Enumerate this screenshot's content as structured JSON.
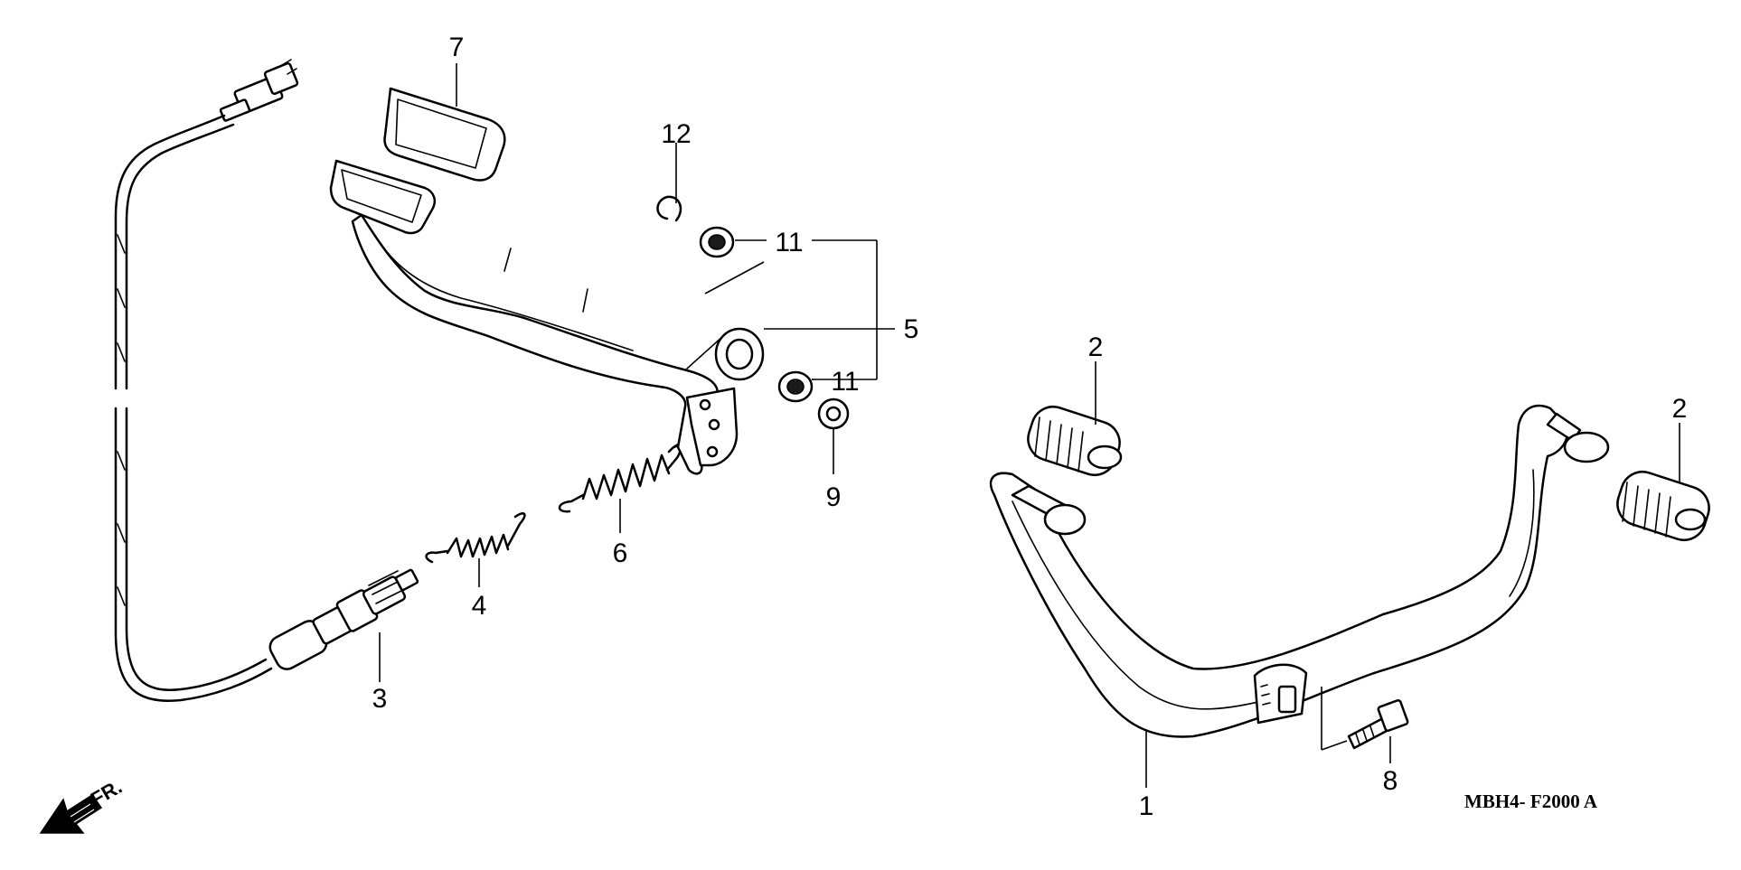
{
  "diagram": {
    "part_code": "MBH4- F2000 A",
    "direction_label": "FR.",
    "callouts": {
      "c1": "1",
      "c2a": "2",
      "c2b": "2",
      "c3": "3",
      "c4": "4",
      "c5": "5",
      "c6": "6",
      "c7": "7",
      "c8": "8",
      "c9": "9",
      "c11a": "11",
      "c11b": "11",
      "c12": "12"
    }
  }
}
